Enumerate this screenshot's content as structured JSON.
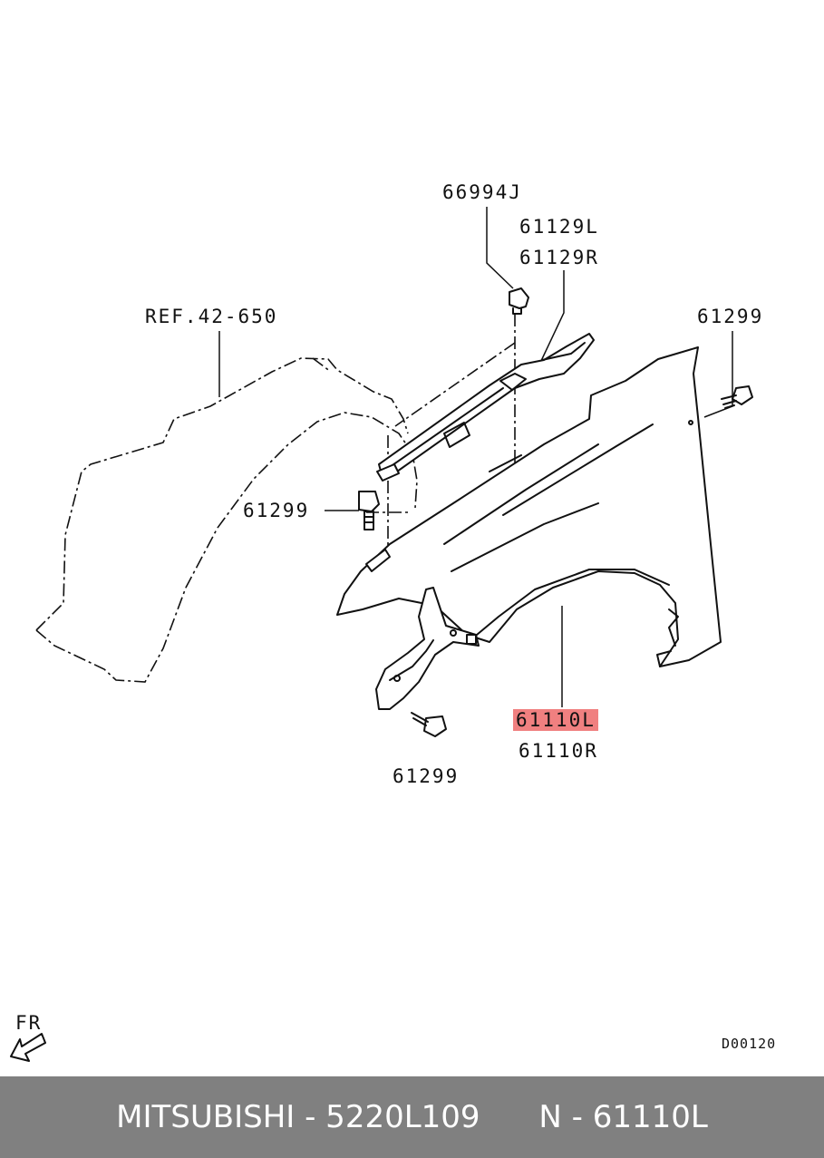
{
  "labels": {
    "clip": "66994J",
    "seal_l": "61129L",
    "seal_r": "61129R",
    "ref": "REF.42-650",
    "bolt_right": "61299",
    "bolt_mid": "61299",
    "bolt_bottom": "61299",
    "fender_l": "61110L",
    "fender_r": "61110R",
    "front_indicator": "FR",
    "diagram_code": "D00120"
  },
  "footer": {
    "text": "MITSUBISHI - 5220L109      N - 61110L"
  },
  "colors": {
    "highlight": "#f08080",
    "footer_bg": "#808080",
    "footer_text": "#ffffff"
  }
}
